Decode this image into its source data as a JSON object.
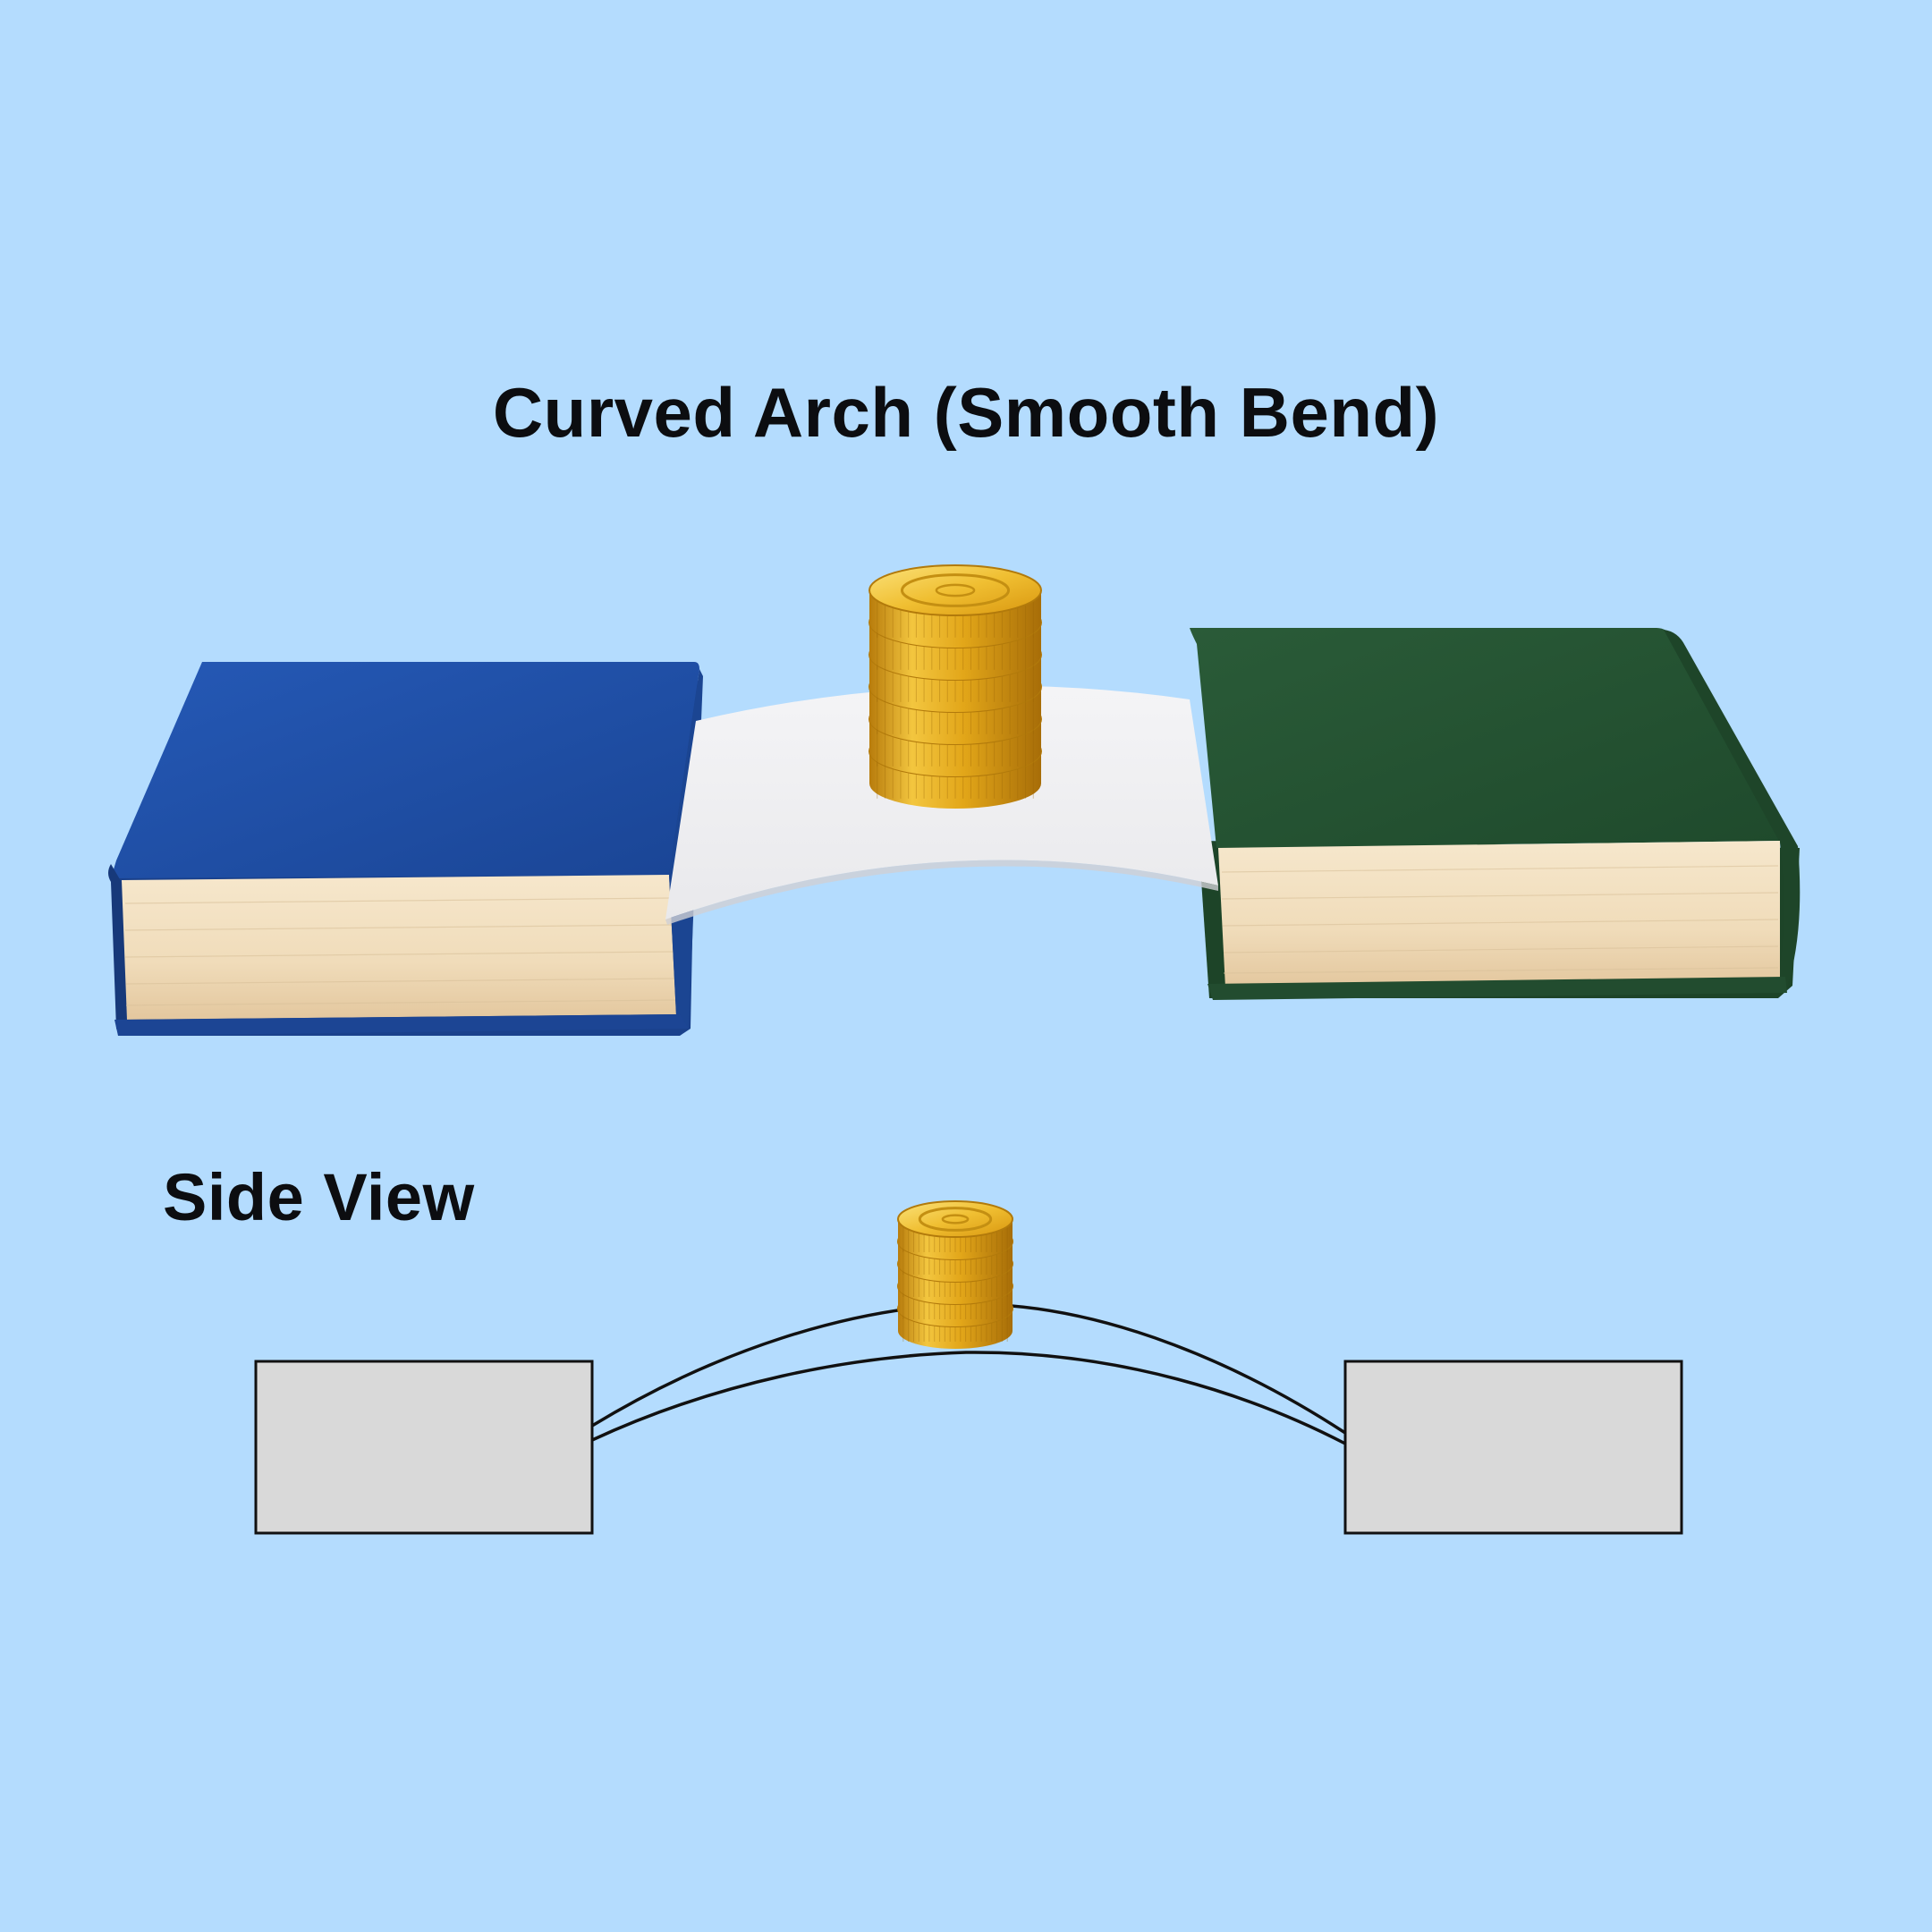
{
  "title": "Curved Arch (Smooth Bend)",
  "side_view": {
    "title": "Side View"
  },
  "colors": {
    "background": "#b4dcfe",
    "left_book_cover": "#1f4fa6",
    "right_book_cover": "#255333",
    "book_pages": "#f1dfbf",
    "paper_sheet": "#f0f0f2",
    "coin_gold": "#e4a917",
    "side_view_block_fill": "#d9d9d9",
    "line": "#111111"
  },
  "objects": {
    "left_book": "blue-hardcover-book",
    "right_book": "green-hardcover-book",
    "bridge": "curved-paper-sheet",
    "weight": "stack-of-gold-coins"
  },
  "coins": {
    "perspective_stack_count": 6,
    "side_view_stack_count": 5
  }
}
